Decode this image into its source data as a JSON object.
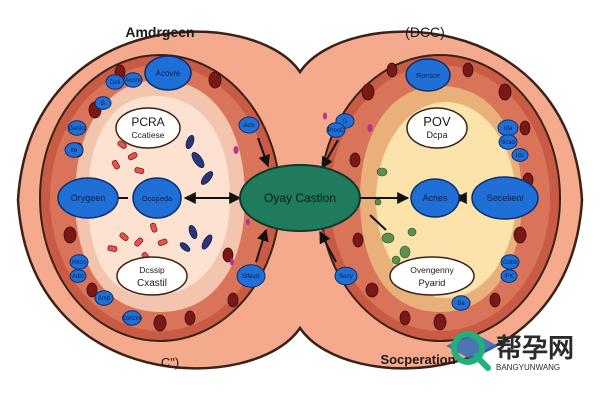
{
  "titles": {
    "left_top": "Amdrgeen",
    "right_top": "(DCC)",
    "left_bottom": "C\")",
    "right_bottom": "Socperation"
  },
  "center": {
    "label": "Oyay Castlon"
  },
  "left_cell": {
    "top_node": "Acovre",
    "callout_top_line1": "PCRA",
    "callout_top_line2": "Ccatiese",
    "left_node": "Orygeen",
    "inner_node": "Ocopeda",
    "callout_bottom_line1": "Dcssip",
    "callout_bottom_line2": "Cxastil",
    "small_labels": [
      "Doll",
      "Acorn",
      "B",
      "Ganks",
      "ite",
      "Acls",
      "Hitco",
      "Adlo",
      "Amp",
      "Conzire",
      "Slfeuiz"
    ]
  },
  "right_cell": {
    "top_node": "Rorsce",
    "callout_top_line1": "POV",
    "callout_top_line2": "Dcpa",
    "inner_node": "Acnes",
    "right_node": "Secelieni",
    "callout_bottom_line1": "Ovengenny",
    "callout_bottom_line2": "Pyarid",
    "small_labels": [
      "G",
      "ProoC",
      "Ida",
      "Scad",
      "Ido",
      "Coba",
      "IFK",
      "Ba",
      "Seny"
    ]
  },
  "watermark": {
    "cn": "帮孕网",
    "en": "BANGYUNWANG"
  },
  "colors": {
    "outer": "#f6aa8d",
    "outline": "#3a2218",
    "membrane": "#c95a43",
    "inner_left": "#fde2d2",
    "inner_right": "#fbe3ab",
    "node_fill": "#1f6fd6",
    "node_stroke": "#0d2f6b",
    "center_fill": "#1f7a5e",
    "watermark_green": "#22b07a",
    "watermark_blue": "#2c6fb7"
  }
}
